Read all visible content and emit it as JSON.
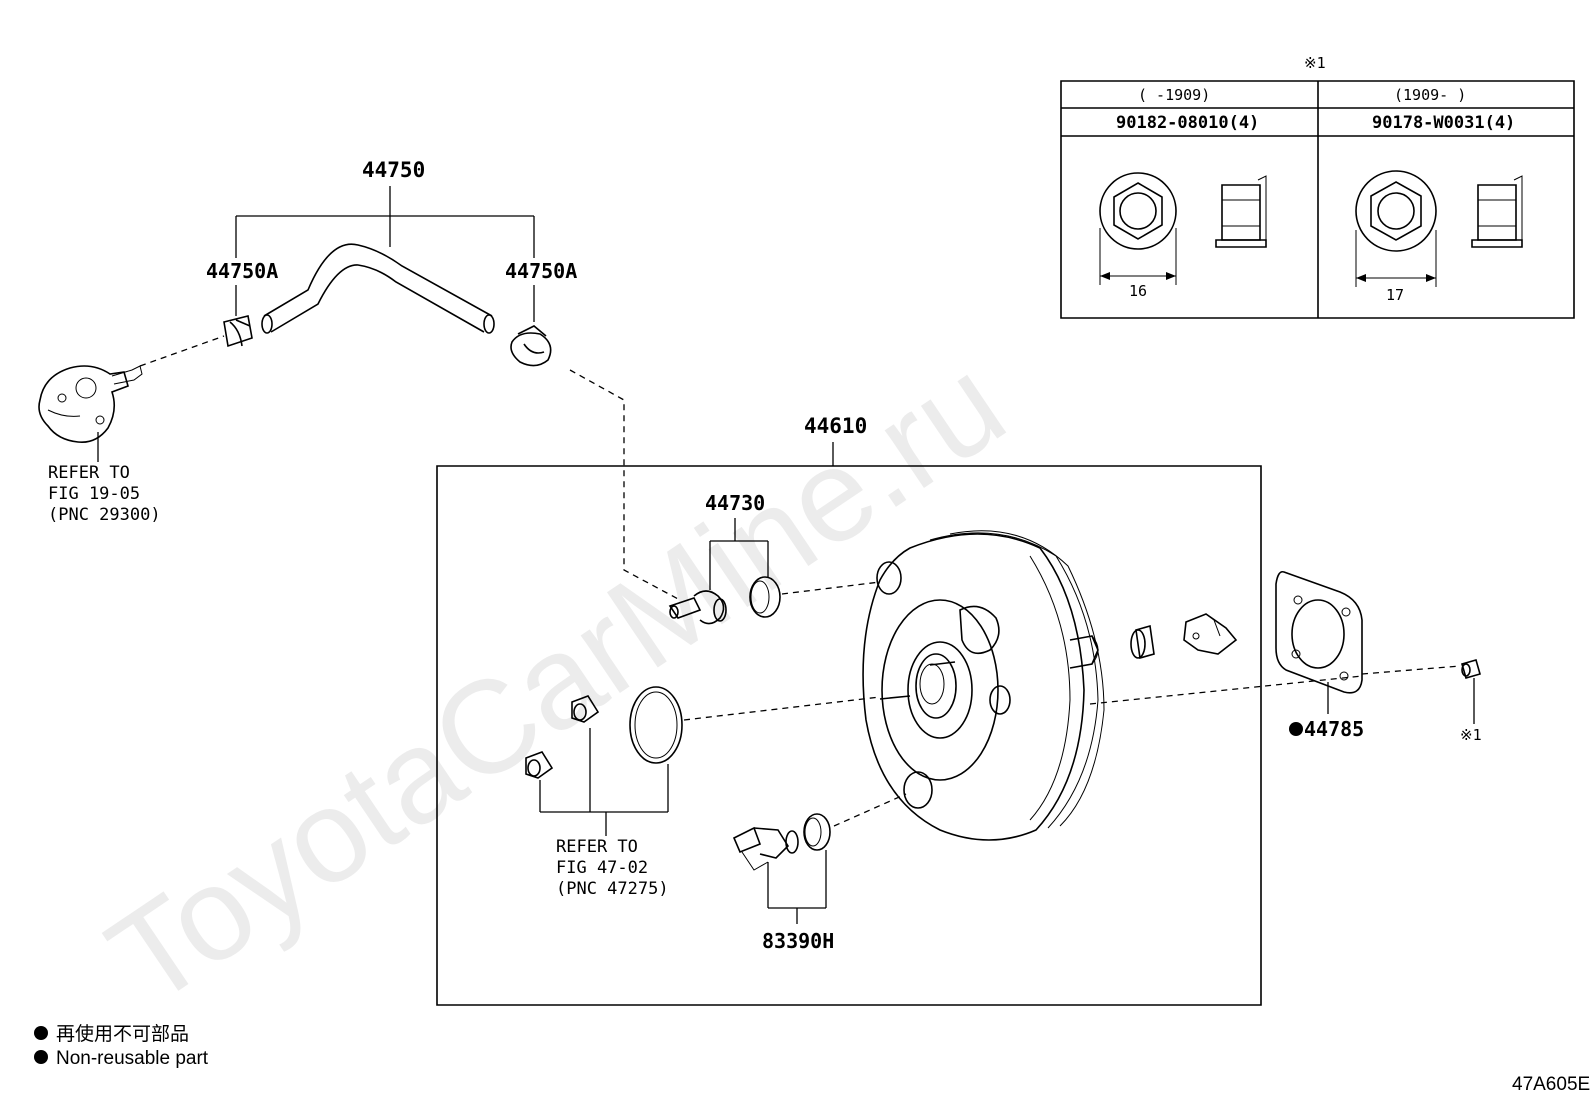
{
  "watermark": "ToyotaCarMine.ru",
  "table": {
    "note_mark": "※1",
    "columns": [
      {
        "range": "(     -1909)",
        "part_no": "90182-08010(4)",
        "dimension": "16"
      },
      {
        "range": "(1909-     )",
        "part_no": "90178-W0031(4)",
        "dimension": "17"
      }
    ]
  },
  "labels": {
    "hose": "44750",
    "clamp_left": "44750A",
    "clamp_right": "44750A",
    "booster": "44610",
    "check_valve": "44730",
    "sensor": "83390H",
    "gasket": "44785",
    "nut_ref": "※1"
  },
  "refs": {
    "pump": [
      "REFER TO",
      "FIG 19-05",
      "(PNC 29300)"
    ],
    "master_cyl": [
      "REFER TO",
      "FIG 47-02",
      "(PNC 47275)"
    ]
  },
  "legend": {
    "items": [
      "再使用不可部品",
      "Non-reusable part"
    ]
  },
  "figure_code": "47A605E"
}
